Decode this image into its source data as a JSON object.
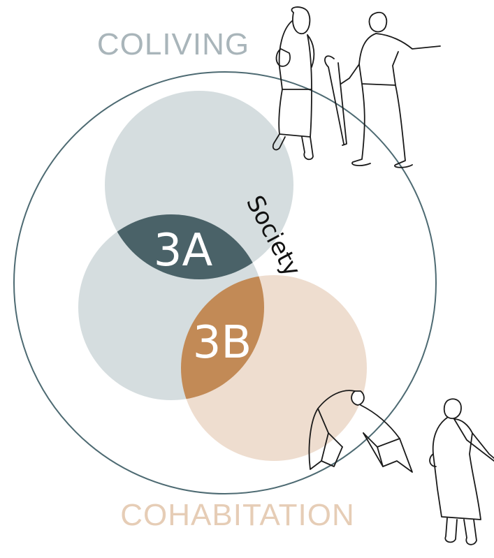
{
  "diagram": {
    "top_label": "COLIVING",
    "bottom_label": "COHABITATION",
    "center_label": "Society",
    "lens_a_label": "3A",
    "lens_b_label": "3B"
  },
  "colors": {
    "outer_ring": "#4d6a72",
    "coliving_circle": "#d3dbdd",
    "middle_circle": "#d3dbdd",
    "cohabitation_circle": "#eddacb",
    "lens_a": "#4a6268",
    "lens_b": "#c28a56",
    "top_label": "#a9b5ba",
    "bottom_label": "#e6cdb6"
  },
  "illustrations": [
    "people-walking-sketch",
    "bat-and-woman-sketch"
  ]
}
